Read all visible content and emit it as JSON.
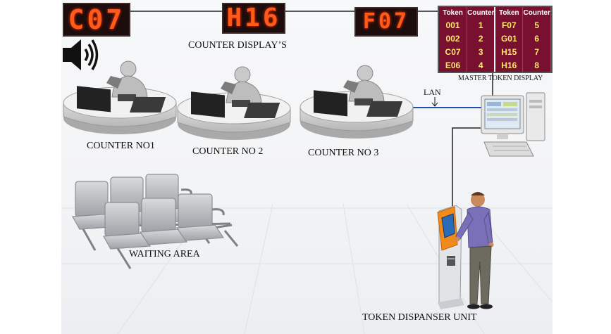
{
  "counter_displays": [
    {
      "token": "C07"
    },
    {
      "token": "H16"
    },
    {
      "token": "F07"
    }
  ],
  "labels": {
    "counter_display": "COUNTER DISPLAY’S",
    "counter_1": "COUNTER NO1",
    "counter_2": "COUNTER NO 2",
    "counter_3": "COUNTER NO 3",
    "lan": "LAN",
    "master_display": "MASTER TOKEN DISPLAY",
    "waiting_area": "WAITING AREA",
    "token_dispenser": "TOKEN DISPANSER UNIT"
  },
  "master_table": {
    "headers": [
      "Token",
      "Counter",
      "Token",
      "Counter"
    ],
    "rows": [
      [
        "001",
        "1",
        "F07",
        "5"
      ],
      [
        "002",
        "2",
        "G01",
        "6"
      ],
      [
        "C07",
        "3",
        "H15",
        "7"
      ],
      [
        "E06",
        "4",
        "H16",
        "8"
      ]
    ]
  },
  "colors": {
    "led_text": "#ff5a1a",
    "led_background": "#1c0c0c",
    "master_background": "#7a1030",
    "master_text": "#ffe96a",
    "lan_line": "#1f4fb5"
  },
  "icons": {
    "speaker": "speaker-icon",
    "computer": "computer-icon",
    "kiosk": "kiosk-icon",
    "person": "person-icon"
  }
}
